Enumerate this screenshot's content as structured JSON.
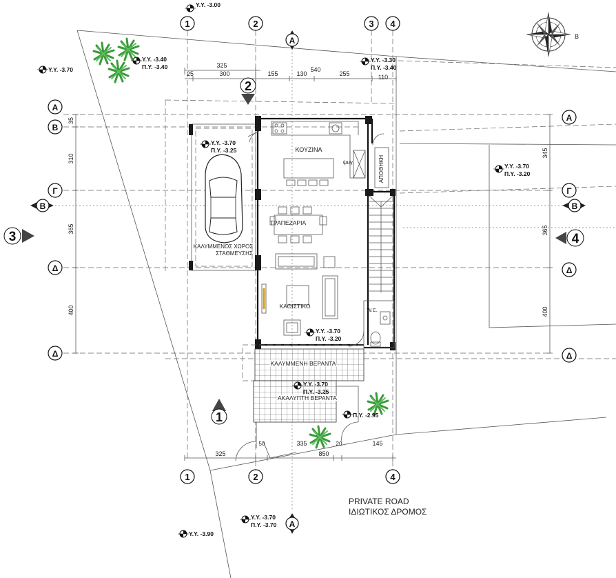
{
  "grid_axes": {
    "num_top": [
      "1",
      "2",
      "3",
      "4"
    ],
    "num_bottom": [
      "1",
      "2",
      "4"
    ],
    "letters_left": [
      "Α",
      "Β",
      "Γ",
      "Δ",
      "Δ"
    ],
    "letters_right": [
      "Α",
      "Γ",
      "Δ",
      "Δ"
    ],
    "section_markers": {
      "a_top": "A",
      "a_bottom": "A",
      "b_left": "B",
      "b_right": "B",
      "s1": "1",
      "s2": "2",
      "s3": "3",
      "s4": "4"
    }
  },
  "dimensions": {
    "top_row1": [
      "325",
      "540"
    ],
    "top_row2": [
      "25",
      "300",
      "155",
      "130",
      "255",
      "110"
    ],
    "left": [
      "35",
      "310",
      "365",
      "400"
    ],
    "right": [
      "345",
      "365",
      "400"
    ],
    "bottom": [
      "325",
      "50",
      "335",
      "20",
      "145",
      "850"
    ]
  },
  "levels": {
    "top": "Υ.Υ. -3.00",
    "tl_y": "Υ.Υ. -3.40",
    "tl_p": "Π.Υ. -3.40",
    "left_y": "Υ.Υ. -3.70",
    "tr_y": "Υ.Υ. -3.30",
    "tr_p": "Π.Υ. -3.40",
    "parking_y": "Υ.Υ. -3.70",
    "parking_p": "Π.Υ. -3.25",
    "right_y": "Υ.Υ. -3.70",
    "right_p": "Π.Υ. -3.20",
    "living_y": "Υ.Υ. -3.70",
    "living_p": "Π.Υ. -3.20",
    "veranda_y": "Υ.Υ. -3.70",
    "veranda_p": "Π.Υ. -3.25",
    "garden_p": "Π.Υ. -2.95",
    "bottom_y": "Υ.Υ. -3.70",
    "bottom_p": "Π.Υ. -3.70",
    "bottom2_y": "Υ.Υ. -3.90"
  },
  "rooms": {
    "kitchen": "ΚΟΥΖΙΝΑ",
    "storage": "ΑΠΟΘΗΚΗ",
    "fridge": "ψυγ.",
    "dining": "ΤΡΑΠΕΖΑΡΙΑ",
    "living": "ΚΑΘΙΣΤΙΚΟ",
    "wc": "W.C.",
    "parking_l1": "ΚΑΛΥΜΜΕΝΟΣ ΧΩΡΟΣ",
    "parking_l2": "ΣΤΑΘΜΕΥΣΗΣ",
    "covered_veranda": "ΚΑΛΥΜΜΕΝΗ ΒΕΡΑΝΤΑ",
    "open_veranda": "ΑΚΑΛΥΠΤΗ ΒΕΡΑΝΤΑ"
  },
  "road": {
    "line1": "PRIVATE ROAD",
    "line2": "ΙΔΙΩΤΙΚΟΣ ΔΡΟΜΟΣ"
  },
  "north_label": "Β",
  "colors": {
    "line": "#111111",
    "plant": "#3a9a3a",
    "paper": "#ffffff"
  }
}
